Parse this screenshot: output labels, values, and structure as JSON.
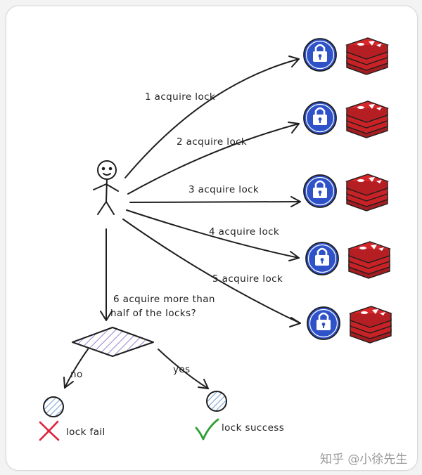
{
  "edges": [
    {
      "label": "1 acquire lock"
    },
    {
      "label": "2 acquire lock"
    },
    {
      "label": "3 acquire lock"
    },
    {
      "label": "4 acquire lock"
    },
    {
      "label": "5 acquire lock"
    }
  ],
  "decision": {
    "label_line1": "6 acquire more than",
    "label_line2": "half of the locks?",
    "no_label": "no",
    "yes_label": "yes"
  },
  "outcomes": {
    "fail_label": "lock fail",
    "success_label": "lock success"
  },
  "watermark": "知乎 @小徐先生",
  "colors": {
    "lock_blue": "#2f52c9",
    "redis_red": "#d7262a",
    "fail_red": "#e0203a",
    "success_green": "#2e9e35",
    "hatch_purple": "#7b63c8",
    "hatch_blue": "#2a72b8"
  },
  "icons": [
    "stick-figure-icon",
    "lock-icon",
    "redis-stack-icon",
    "cross-icon",
    "check-icon"
  ]
}
